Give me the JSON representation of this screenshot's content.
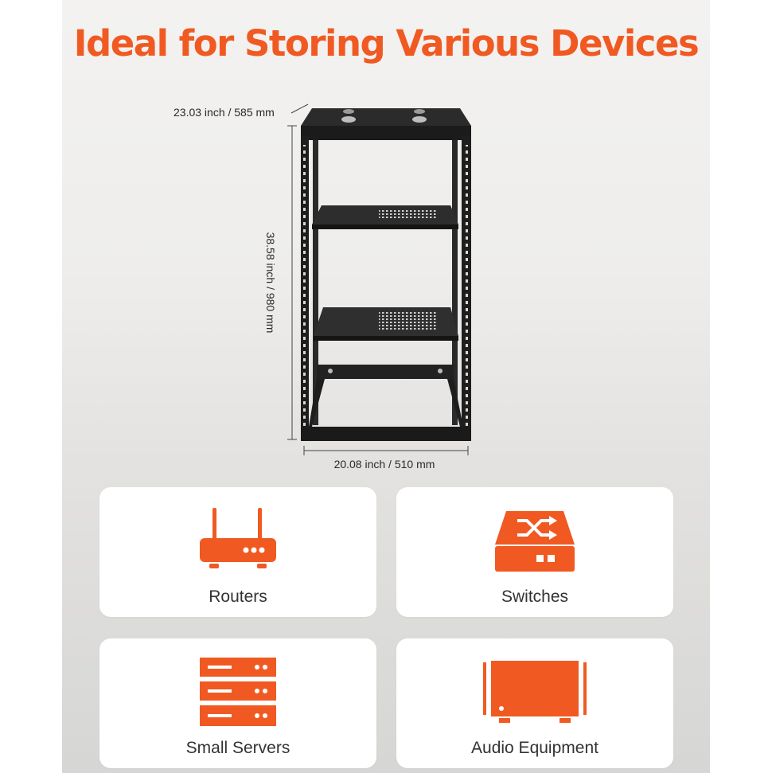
{
  "title": "Ideal for Storing Various Devices",
  "dimensions": {
    "depth": "23.03 inch / 585 mm",
    "height": "38.58 inch / 980 mm",
    "width": "20.08 inch / 510 mm"
  },
  "devices": [
    {
      "label": "Routers",
      "icon": "router-icon"
    },
    {
      "label": "Switches",
      "icon": "network-switch-icon"
    },
    {
      "label": "Small Servers",
      "icon": "server-icon"
    },
    {
      "label": "Audio Equipment",
      "icon": "audio-amplifier-icon"
    }
  ],
  "colors": {
    "accent": "#f05a22",
    "rack": "#1e1e1e",
    "text": "#333333"
  }
}
